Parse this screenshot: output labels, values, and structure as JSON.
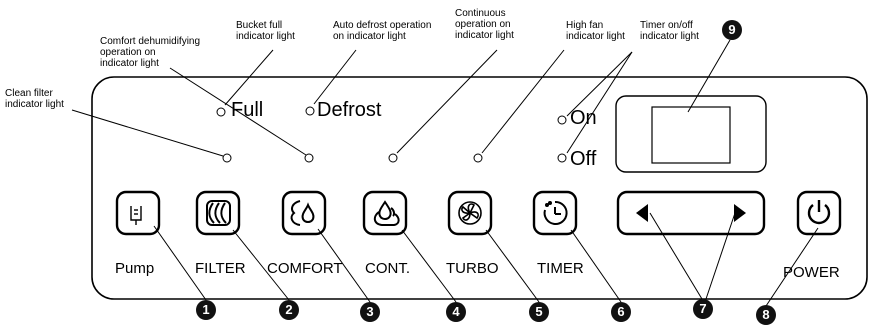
{
  "annotations": {
    "clean_filter": "Clean filter\nindicator light",
    "comfort": "Comfort dehumidifying\noperation on\nindicator light",
    "bucket_full": "Bucket full\nindicator light",
    "auto_defrost": "Auto defrost operation\non indicator light",
    "continuous": "Continuous\noperation on\nindicator light",
    "high_fan": "High fan\nindicator light",
    "timer": "Timer on/off\nindicator light"
  },
  "panel": {
    "full_label": "Full",
    "defrost_label": "Defrost",
    "on_label": "On",
    "off_label": "Off"
  },
  "buttons": [
    {
      "label": "Pump",
      "icon": "pump-icon"
    },
    {
      "label": "FILTER",
      "icon": "filter-icon"
    },
    {
      "label": "COMFORT",
      "icon": "comfort-icon"
    },
    {
      "label": "CONT.",
      "icon": "continuous-icon"
    },
    {
      "label": "TURBO",
      "icon": "fan-icon"
    },
    {
      "label": "TIMER",
      "icon": "timer-icon"
    },
    {
      "label": "",
      "icon": "left-right-arrows-icon"
    },
    {
      "label": "POWER",
      "icon": "power-icon"
    }
  ],
  "callouts": [
    "1",
    "2",
    "3",
    "4",
    "5",
    "6",
    "7",
    "8",
    "9"
  ]
}
